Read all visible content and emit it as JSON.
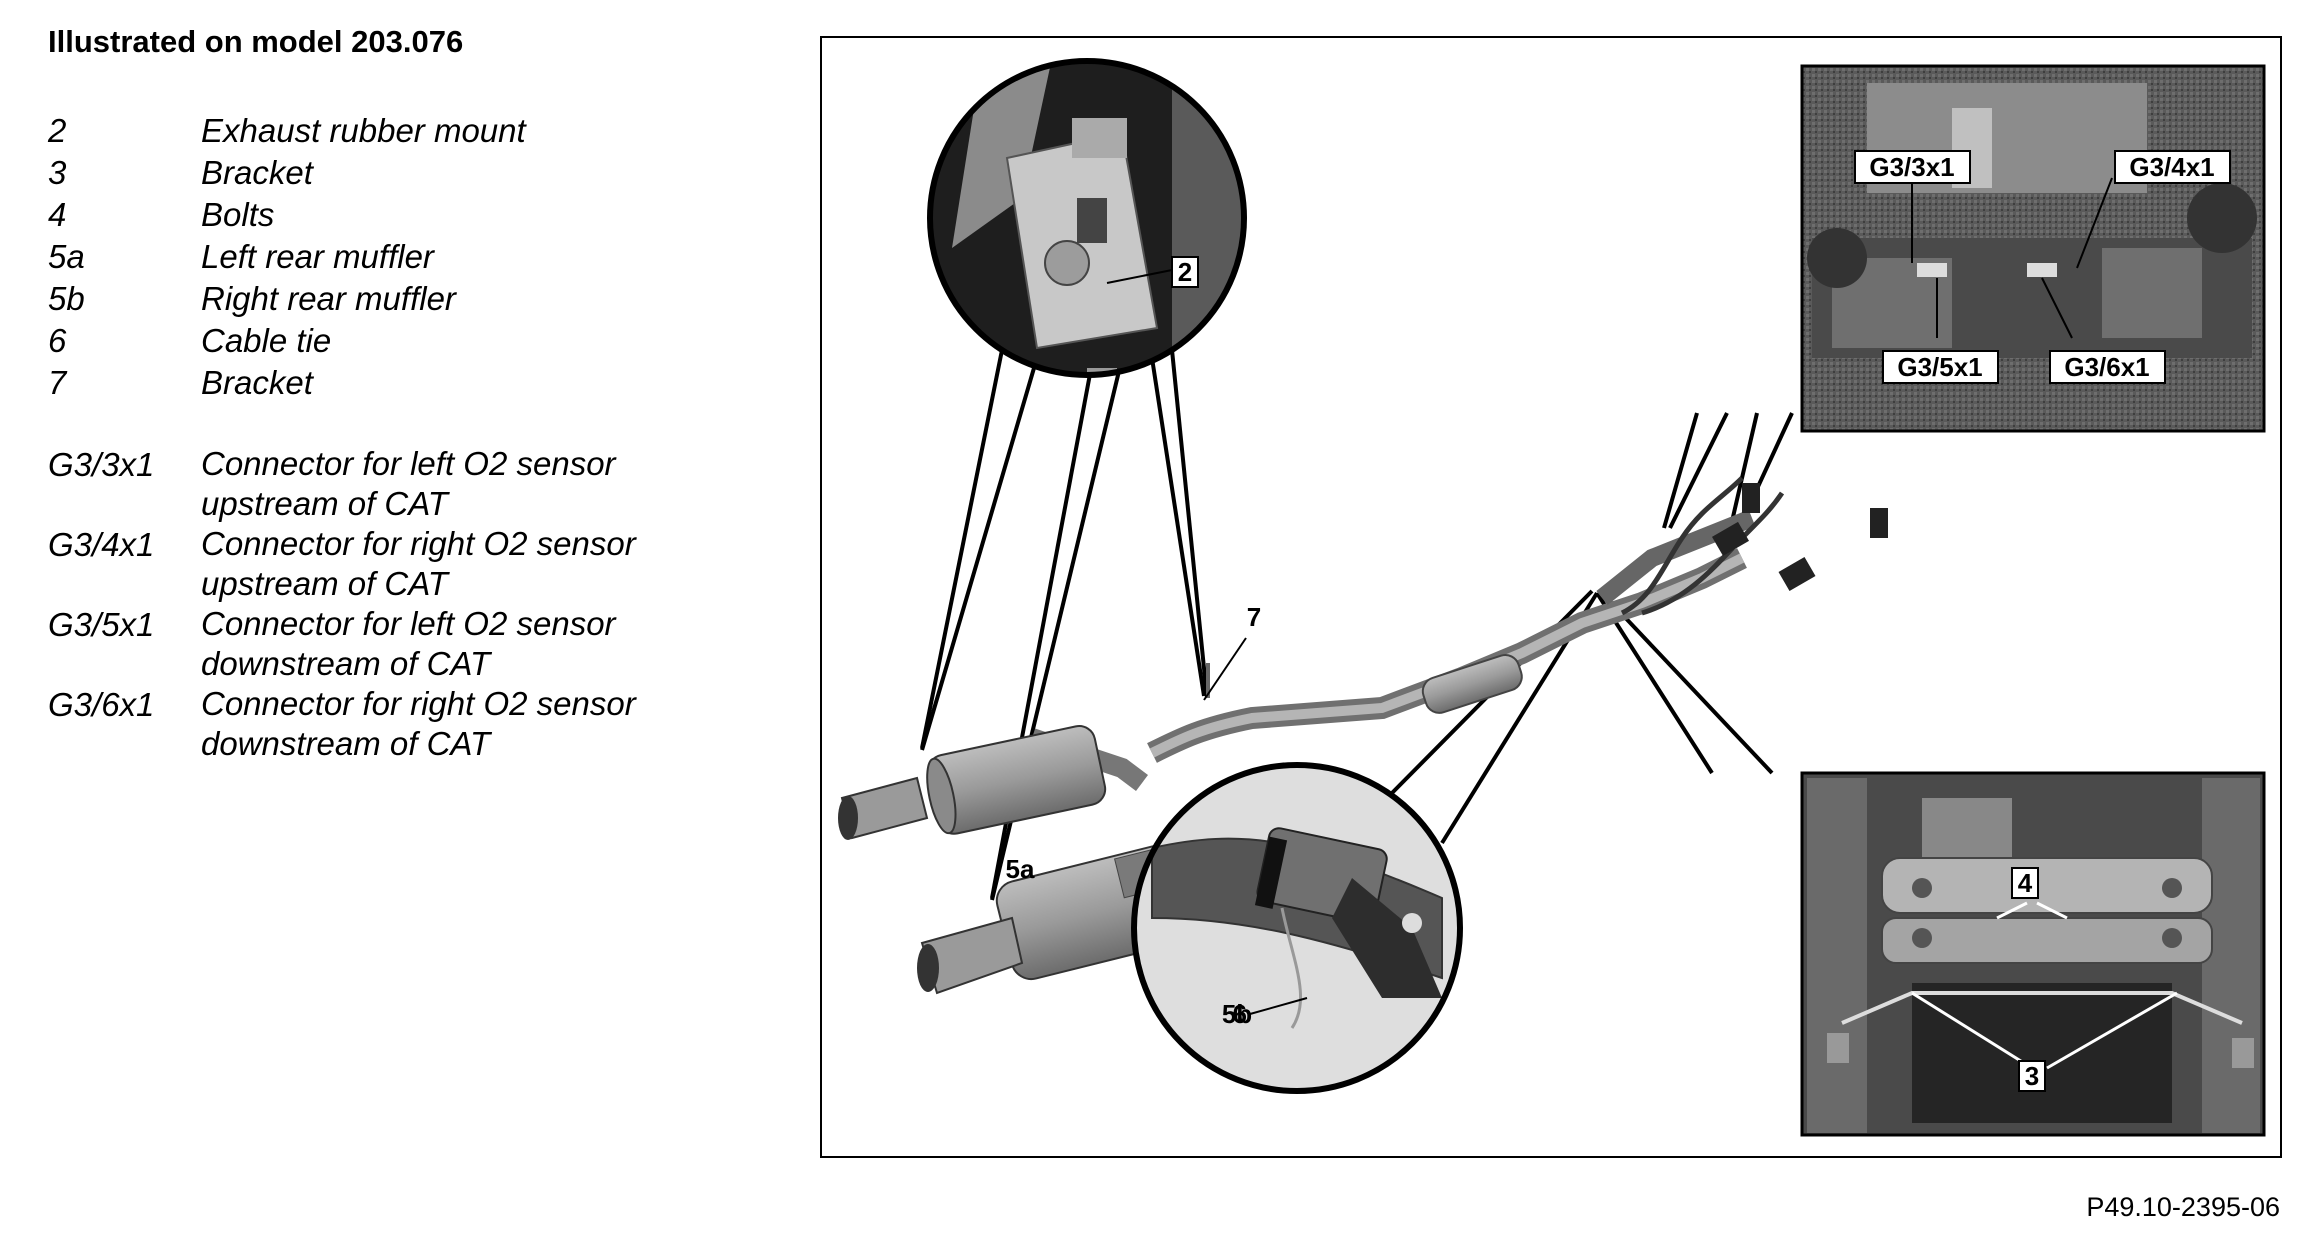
{
  "title": "Illustrated on model 203.076",
  "legend": [
    {
      "code": "2",
      "desc": "Exhaust rubber mount"
    },
    {
      "code": "3",
      "desc": "Bracket"
    },
    {
      "code": "4",
      "desc": "Bolts"
    },
    {
      "code": "5a",
      "desc": "Left rear muffler"
    },
    {
      "code": "5b",
      "desc": "Right rear muffler"
    },
    {
      "code": "6",
      "desc": "Cable tie"
    },
    {
      "code": "7",
      "desc": "Bracket"
    }
  ],
  "connectors": [
    {
      "code": "G3/3x1",
      "desc_line1": "Connector for left O2 sensor",
      "desc_line2": "upstream of CAT"
    },
    {
      "code": "G3/4x1",
      "desc_line1": "Connector for right O2 sensor",
      "desc_line2": "upstream of CAT"
    },
    {
      "code": "G3/5x1",
      "desc_line1": "Connector for left O2 sensor",
      "desc_line2": "downstream of CAT"
    },
    {
      "code": "G3/6x1",
      "desc_line1": "Connector for right O2 sensor",
      "desc_line2": "downstream of CAT"
    }
  ],
  "diagram_labels": {
    "l2": "2",
    "l3": "3",
    "l4": "4",
    "l5a": "5a",
    "l5b": "5b",
    "l6": "6",
    "l7": "7",
    "g33": "G3/3x1",
    "g34": "G3/4x1",
    "g35": "G3/5x1",
    "g36": "G3/6x1"
  },
  "figure_ref": "P49.10-2395-06"
}
